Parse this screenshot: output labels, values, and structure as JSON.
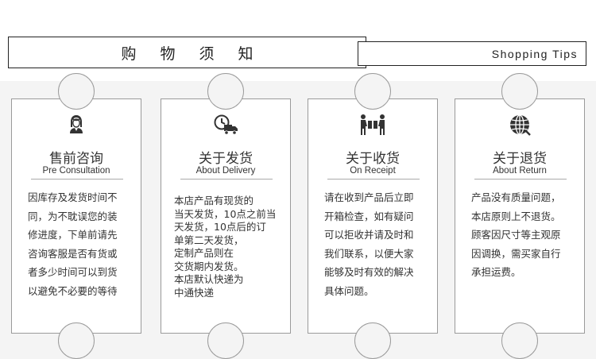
{
  "header": {
    "title": "购 物 须 知",
    "tips": "Shopping Tips"
  },
  "cards": [
    {
      "icon": "customer-service-icon",
      "title": "售前咨询",
      "subtitle": "Pre Consultation",
      "body": "因库存及发货时间不\n同，为不耽误您的装\n修进度，下单前请先\n咨询客服是否有货或\n者多少时间可以到货\n以避免不必要的等待"
    },
    {
      "icon": "delivery-truck-icon",
      "title": "关于发货",
      "subtitle": "About Delivery",
      "body": "本店产品有现货的\n当天发货，10点之前当\n天发货，10点后的订\n单第二天发货，\n定制产品则在\n交货期内发货。\n本店默认快递为\n中通快递"
    },
    {
      "icon": "package-handover-icon",
      "title": "关于收货",
      "subtitle": "On Receipt",
      "body": "请在收到产品后立即\n开箱检查，如有疑问\n可以拒收并请及时和\n我们联系，以便大家\n能够及时有效的解决\n具体问题。"
    },
    {
      "icon": "globe-return-icon",
      "title": "关于退货",
      "subtitle": "About Return",
      "body": "产品没有质量问题，\n本店原则上不退货。\n顾客因尺寸等主观原\n因调换，需买家自行\n承担运费。"
    }
  ]
}
